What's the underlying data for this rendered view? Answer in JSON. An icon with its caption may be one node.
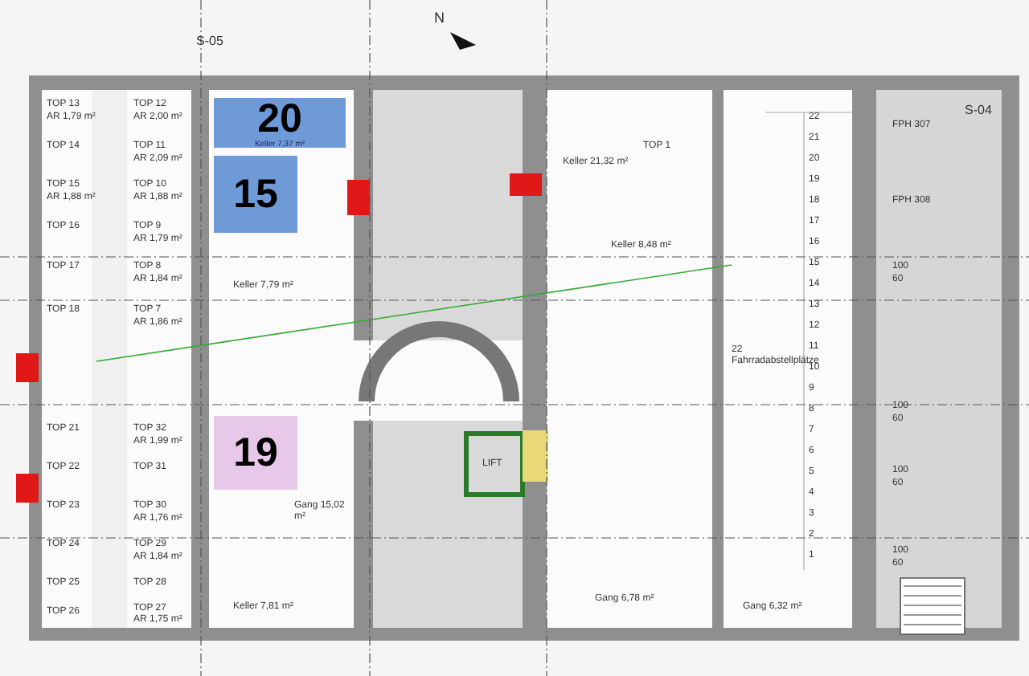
{
  "diagram": {
    "nodes": [
      {
        "text": [
          "20",
          "Keller 7,37 m²"
        ]
      },
      {
        "text": [
          "15"
        ]
      },
      {
        "text": [
          "19"
        ]
      }
    ],
    "labels": [
      "N",
      "S-05",
      "S-04",
      "TOP 13",
      "AR 1,79 m²",
      "TOP 12",
      "AR 2,00 m²",
      "TOP 14",
      "TOP 11",
      "AR 2,09 m²",
      "TOP 15",
      "AR 1,88 m²",
      "TOP 10",
      "AR 1,88 m²",
      "TOP 16",
      "TOP 9",
      "AR 1,79 m²",
      "TOP 17",
      "TOP 8",
      "AR 1,84 m²",
      "TOP 18",
      "TOP 7",
      "AR 1,86 m²",
      "Keller 7,79 m²",
      "TOP 21",
      "TOP 32",
      "AR 1,99 m²",
      "TOP 22",
      "TOP 31",
      "TOP 23",
      "TOP 30",
      "AR 1,76 m²",
      "TOP 24",
      "TOP 29",
      "AR 1,84 m²",
      "TOP 25",
      "TOP 28",
      "TOP 26",
      "TOP 27",
      "AR 1,75 m²",
      "Gang 15,02 m²",
      "Keller 7,81 m²",
      "Keller 21,32 m²",
      "TOP 1",
      "Keller 8,48 m²",
      "LIFT",
      "Gang 6,78 m²",
      "Gang 6,32 m²",
      "22 Fahrradabstellplätze",
      "22",
      "21",
      "20",
      "19",
      "18",
      "17",
      "16",
      "15",
      "14",
      "13",
      "12",
      "11",
      "10",
      "9",
      "8",
      "7",
      "6",
      "5",
      "4",
      "3",
      "2",
      "1",
      "FPH 307",
      "FPH 308",
      "100",
      "60",
      "100",
      "60",
      "100",
      "60",
      "100",
      "60"
    ]
  }
}
